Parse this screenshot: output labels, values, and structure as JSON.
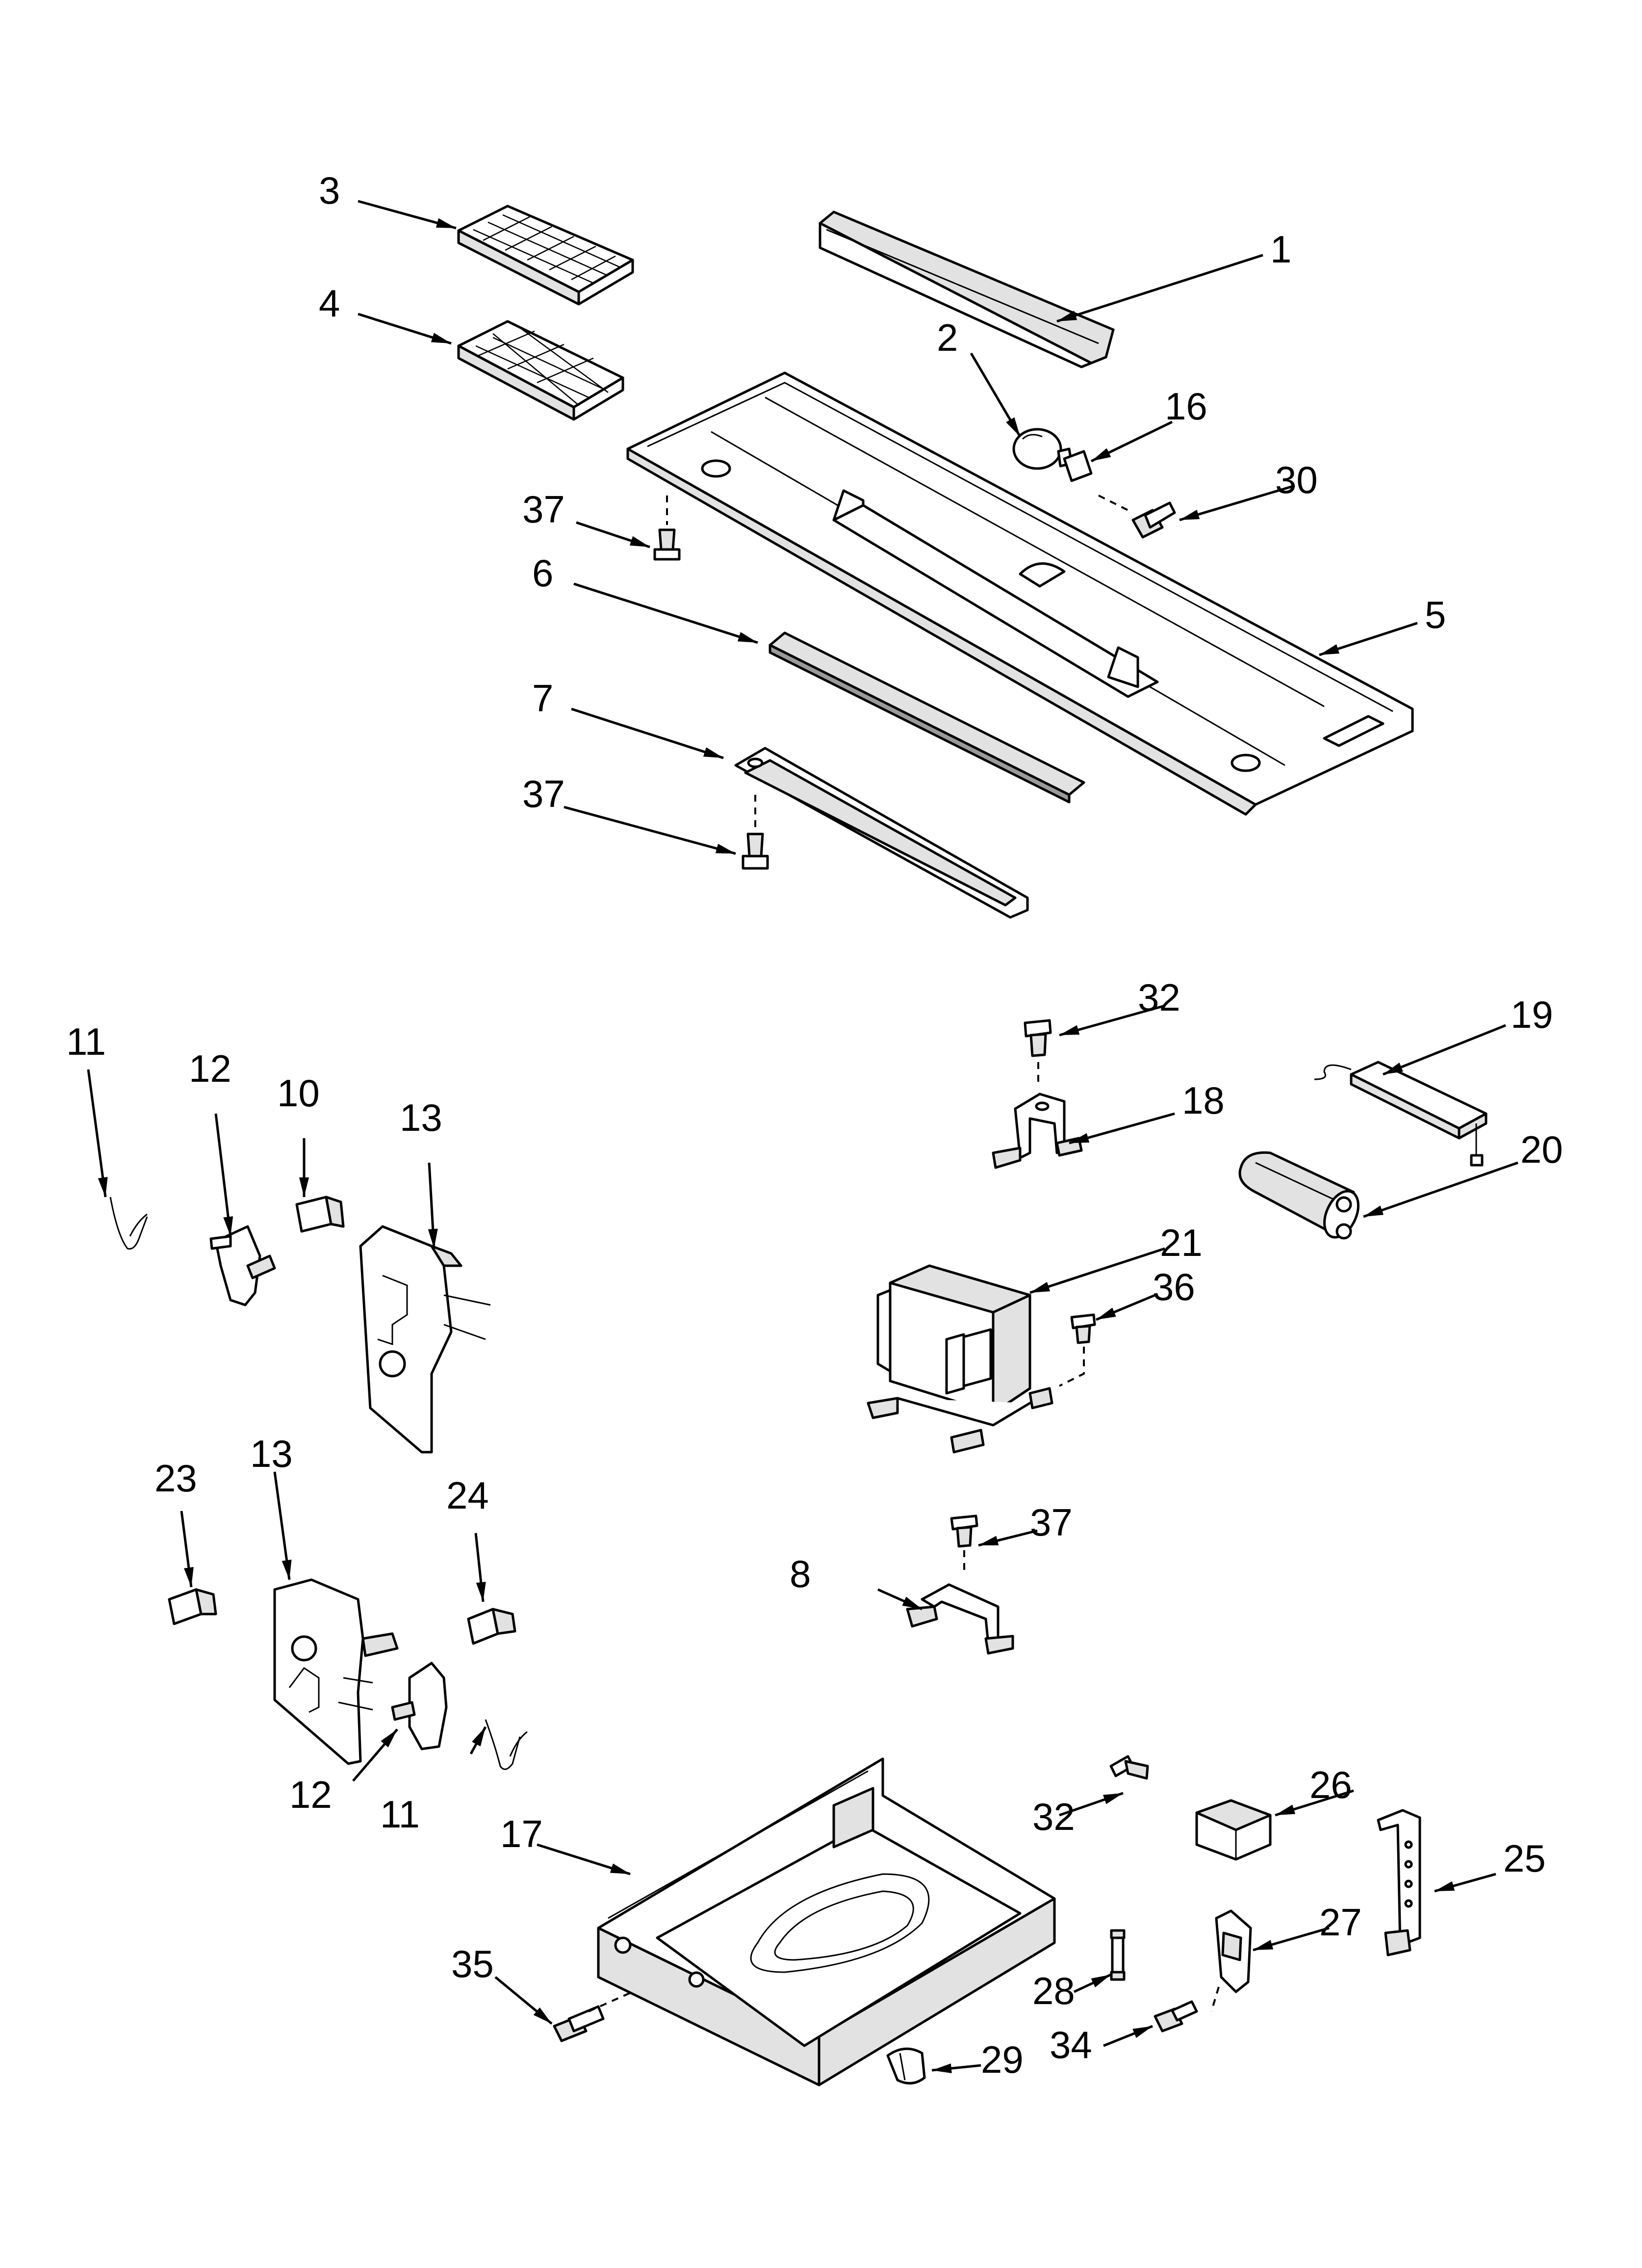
{
  "diagram": {
    "callouts": [
      {
        "id": "c1",
        "text": "1"
      },
      {
        "id": "c2",
        "text": "2"
      },
      {
        "id": "c3",
        "text": "3"
      },
      {
        "id": "c4",
        "text": "4"
      },
      {
        "id": "c5",
        "text": "5"
      },
      {
        "id": "c6",
        "text": "6"
      },
      {
        "id": "c7",
        "text": "7"
      },
      {
        "id": "c8",
        "text": "8"
      },
      {
        "id": "c10",
        "text": "10"
      },
      {
        "id": "c11a",
        "text": "11"
      },
      {
        "id": "c11b",
        "text": "11"
      },
      {
        "id": "c12a",
        "text": "12"
      },
      {
        "id": "c12b",
        "text": "12"
      },
      {
        "id": "c13a",
        "text": "13"
      },
      {
        "id": "c13b",
        "text": "13"
      },
      {
        "id": "c16",
        "text": "16"
      },
      {
        "id": "c17",
        "text": "17"
      },
      {
        "id": "c18",
        "text": "18"
      },
      {
        "id": "c19",
        "text": "19"
      },
      {
        "id": "c20",
        "text": "20"
      },
      {
        "id": "c21",
        "text": "21"
      },
      {
        "id": "c23",
        "text": "23"
      },
      {
        "id": "c24",
        "text": "24"
      },
      {
        "id": "c25",
        "text": "25"
      },
      {
        "id": "c26",
        "text": "26"
      },
      {
        "id": "c27",
        "text": "27"
      },
      {
        "id": "c28",
        "text": "28"
      },
      {
        "id": "c29",
        "text": "29"
      },
      {
        "id": "c30",
        "text": "30"
      },
      {
        "id": "c32a",
        "text": "32"
      },
      {
        "id": "c32b",
        "text": "32"
      },
      {
        "id": "c34",
        "text": "34"
      },
      {
        "id": "c35",
        "text": "35"
      },
      {
        "id": "c36",
        "text": "36"
      },
      {
        "id": "c37a",
        "text": "37"
      },
      {
        "id": "c37b",
        "text": "37"
      },
      {
        "id": "c37c",
        "text": "37"
      }
    ]
  }
}
